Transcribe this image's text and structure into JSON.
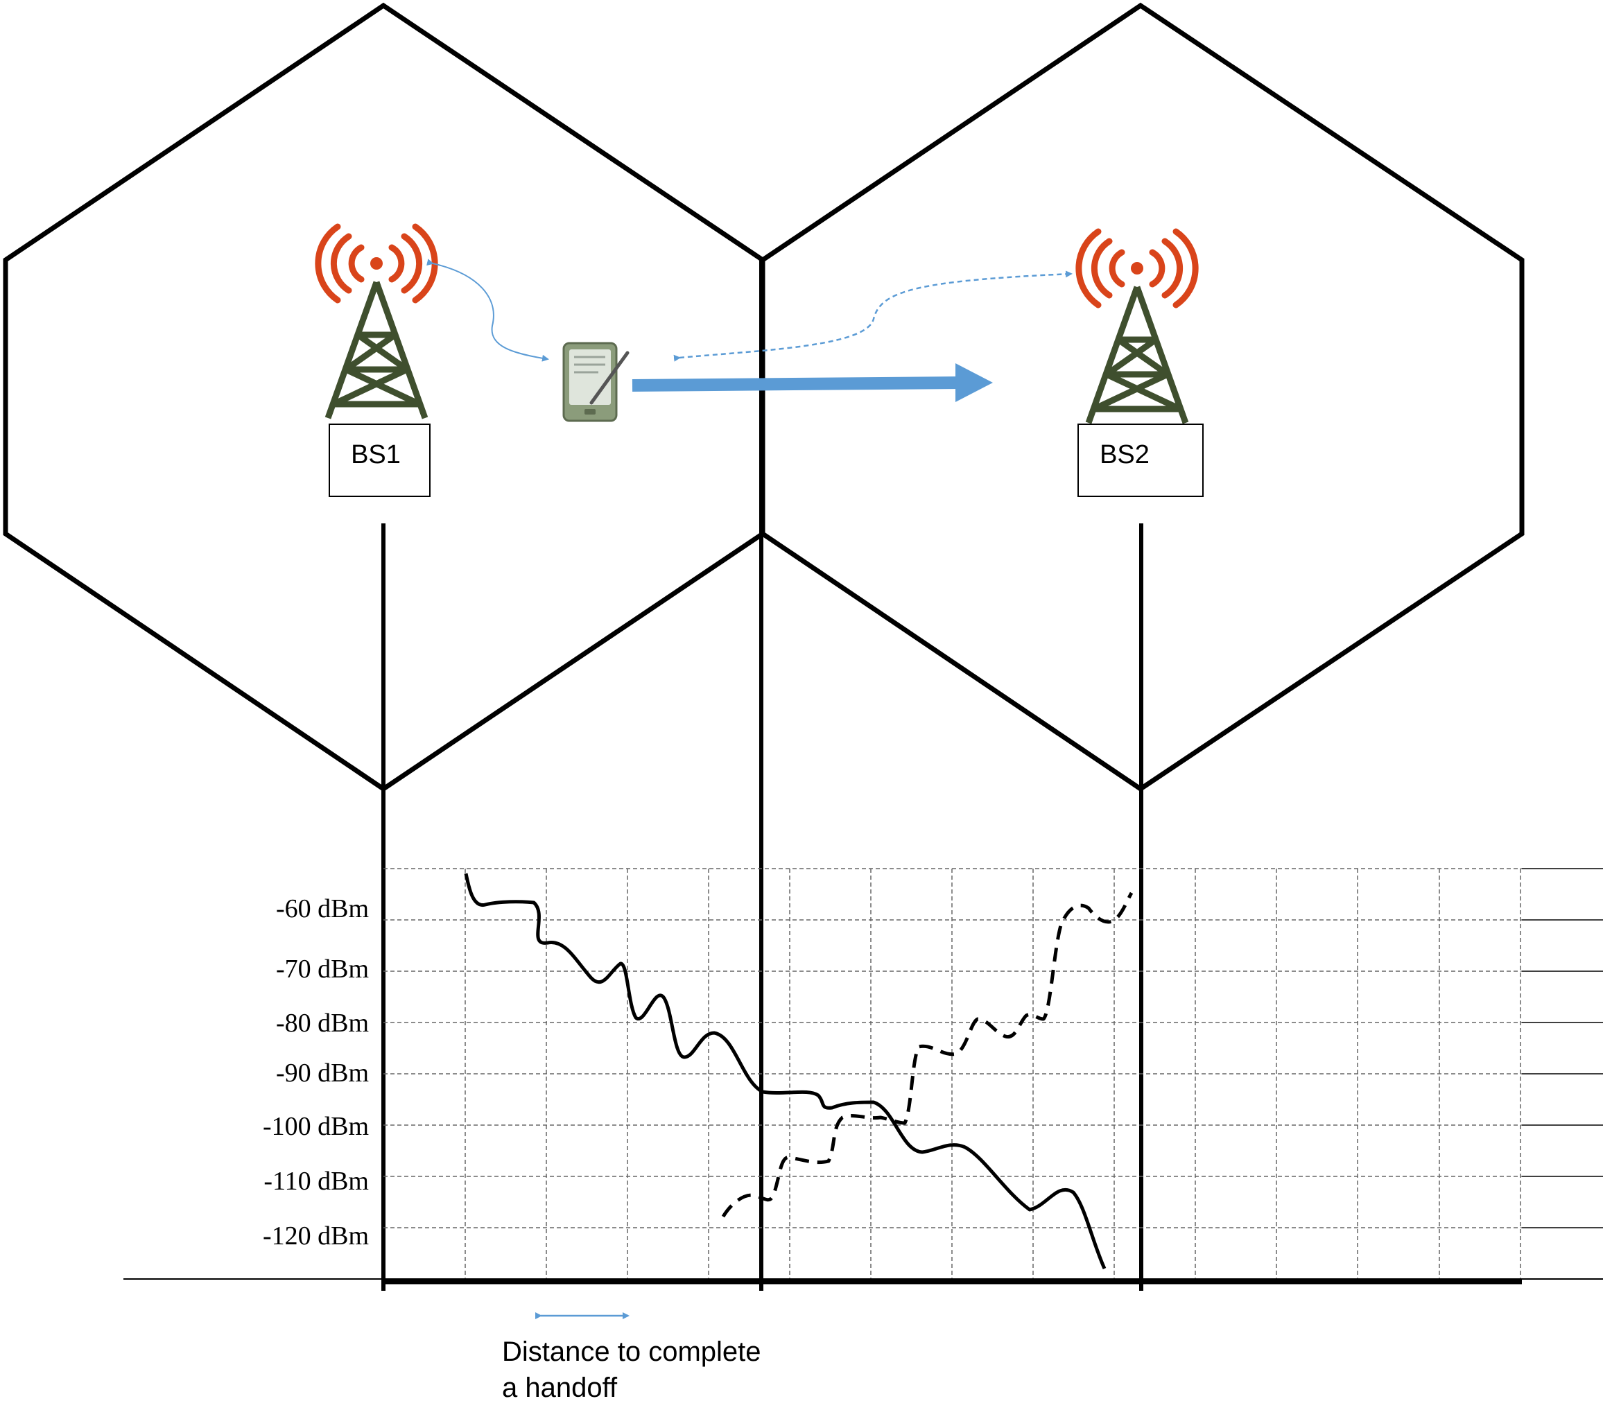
{
  "stations": [
    {
      "label": "BS1"
    },
    {
      "label": "BS2"
    }
  ],
  "signal_axis_labels": [
    "-60 dBm",
    "-70 dBm",
    "-80 dBm",
    "-90 dBm",
    "-100 dBm",
    "-110 dBm",
    "-120 dBm"
  ],
  "handoff_note": {
    "line1": "Distance to complete",
    "line2": "a handoff"
  },
  "colors": {
    "line": "#000000",
    "arrow": "#5b9bd5",
    "tower_body": "#3f4f2e",
    "tower_waves": "#d9441a",
    "grid": "#666666"
  },
  "icons": [
    "radio-tower-icon",
    "mobile-device-icon"
  ]
}
